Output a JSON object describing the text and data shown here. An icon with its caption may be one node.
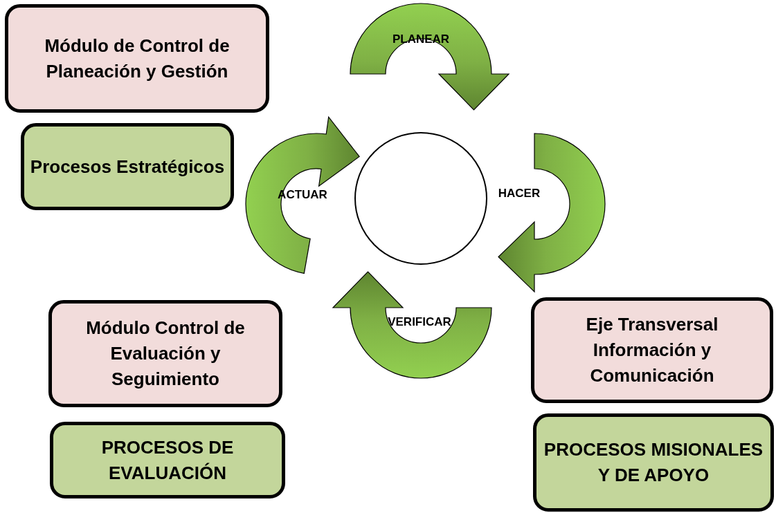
{
  "diagram": {
    "nodes": [
      {
        "text": [
          "Módulo de Control de Planeación y Gestión"
        ]
      },
      {
        "text": [
          "Procesos Estratégicos"
        ]
      },
      {
        "text": [
          "PLANEAR"
        ]
      },
      {
        "text": [
          "ACTUAR"
        ]
      },
      {
        "text": [],
        "shape": "circle"
      },
      {
        "text": [
          "HACER"
        ]
      },
      {
        "text": [
          "VERIFICAR"
        ]
      },
      {
        "text": [
          "Módulo Control de Evaluación y Seguimiento"
        ]
      },
      {
        "text": [
          "PROCESOS DE EVALUACIÓN"
        ]
      },
      {
        "text": [
          "Eje Transversal Información y Comunicación"
        ]
      },
      {
        "text": [
          "PROCESOS MISIONALES Y DE APOYO"
        ]
      }
    ],
    "edges": []
  }
}
